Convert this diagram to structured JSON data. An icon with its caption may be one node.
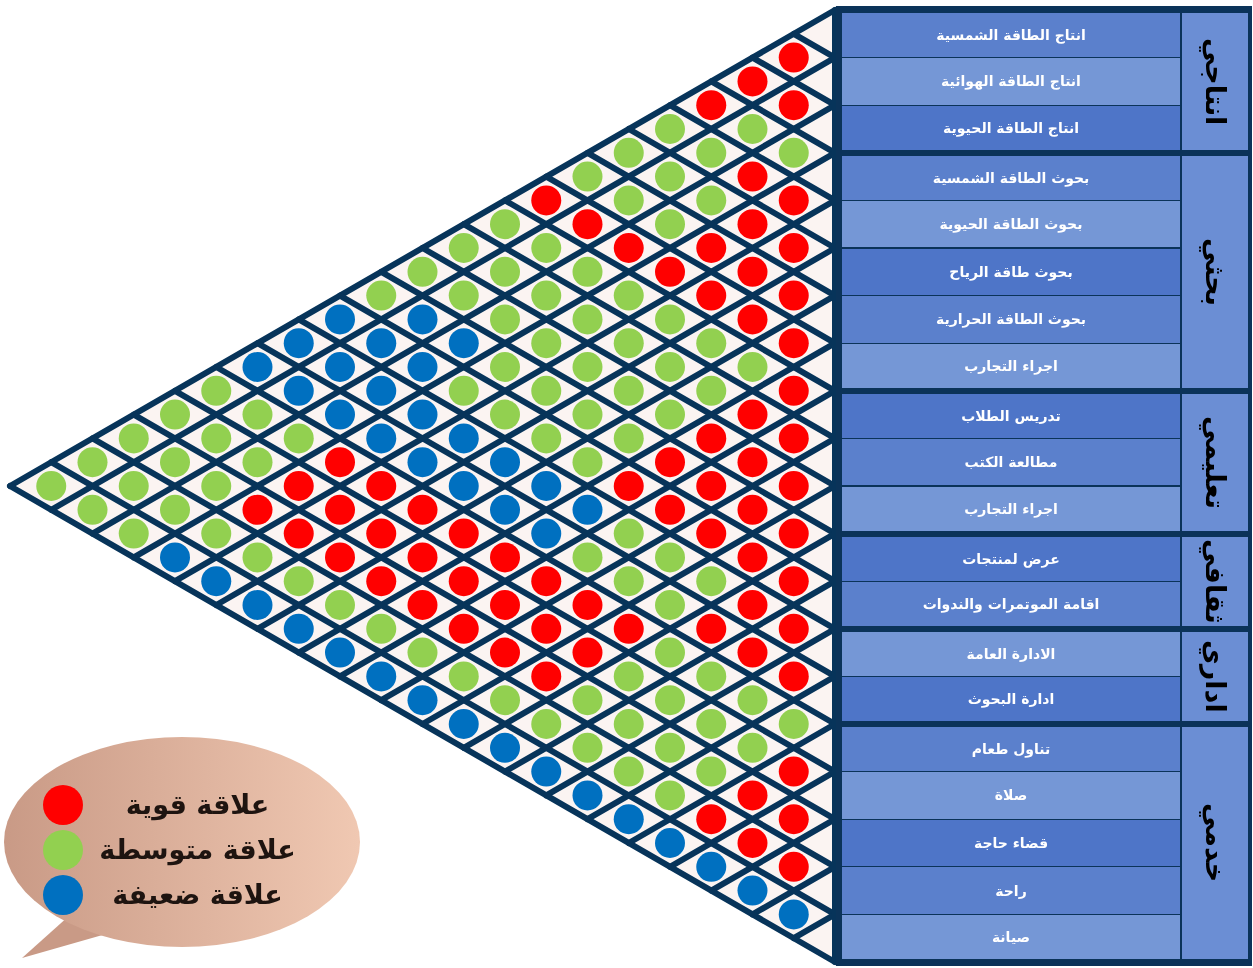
{
  "diagram": {
    "nodes": [
      {
        "text": [
          "انتاجي"
        ]
      },
      {
        "text": [
          "انتاج الطاقة الشمسية"
        ]
      },
      {
        "text": [
          "انتاج الطاقة الهوائية"
        ]
      },
      {
        "text": [
          "انتاج الطاقة الحيوية"
        ]
      },
      {
        "text": [
          "بحثي"
        ]
      },
      {
        "text": [
          "بحوث الطاقة الشمسية"
        ]
      },
      {
        "text": [
          "بحوث الطاقة الحيوية"
        ]
      },
      {
        "text": [
          "بحوث طاقة الرياح"
        ]
      },
      {
        "text": [
          "بحوث الطاقة الحرارية"
        ]
      },
      {
        "text": [
          "اجراء التجارب"
        ]
      },
      {
        "text": [
          "تعليمي"
        ]
      },
      {
        "text": [
          "تدريس الطلاب"
        ]
      },
      {
        "text": [
          "مطالعة الكتب"
        ]
      },
      {
        "text": [
          "اجراء التجارب"
        ]
      },
      {
        "text": [
          "ثقافي"
        ]
      },
      {
        "text": [
          "عرض لمنتجات"
        ]
      },
      {
        "text": [
          "اقامة الموتمرات والندوات"
        ]
      },
      {
        "text": [
          "اداري"
        ]
      },
      {
        "text": [
          "الادارة العامة"
        ]
      },
      {
        "text": [
          "ادارة البحوث"
        ]
      },
      {
        "text": [
          "خدمي"
        ]
      },
      {
        "text": [
          "تناول طعام"
        ]
      },
      {
        "text": [
          "صلاة"
        ]
      },
      {
        "text": [
          "قضاء حاجة"
        ]
      },
      {
        "text": [
          "راحة"
        ]
      },
      {
        "text": [
          "صيانة"
        ]
      }
    ],
    "legend": [
      {
        "text": "علاقة قوية",
        "color": "#ff0000"
      },
      {
        "text": "علاقة متوسطة",
        "color": "#92d050"
      },
      {
        "text": "علاقة ضعيفة",
        "color": "#0070c0"
      }
    ]
  }
}
